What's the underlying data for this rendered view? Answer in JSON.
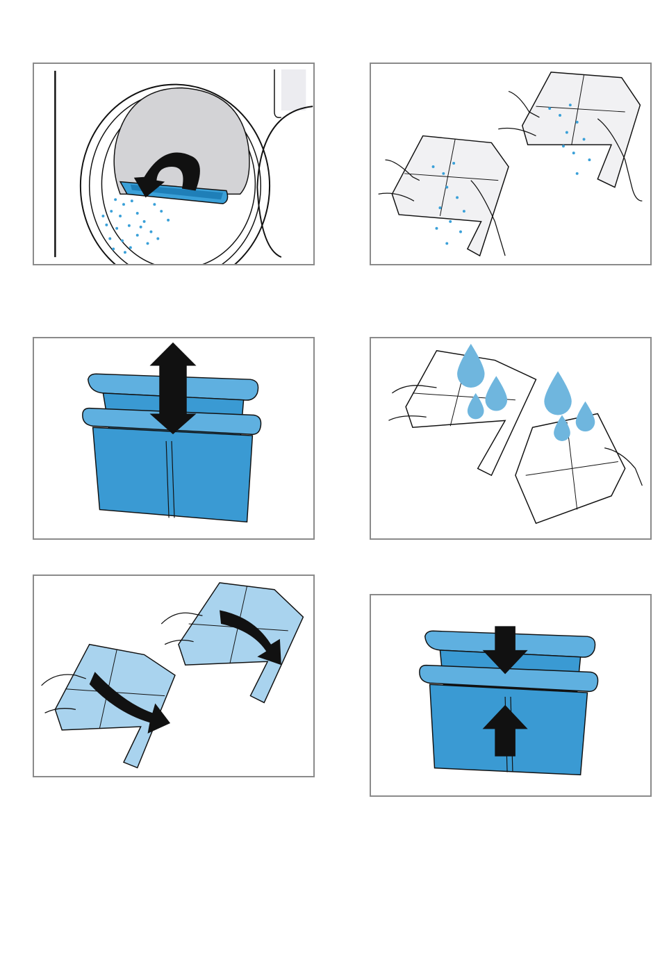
{
  "figures": [
    {
      "id": "remove-fluff",
      "caption": ""
    },
    {
      "id": "shake-out-filter",
      "caption": ""
    },
    {
      "id": "pull-apart-filter",
      "caption": ""
    },
    {
      "id": "rinse-filter",
      "caption": ""
    },
    {
      "id": "fold-filter",
      "caption": ""
    },
    {
      "id": "reinsert-filter",
      "caption": ""
    }
  ],
  "colors": {
    "filter_blue": "#3a9ad3",
    "filter_light": "#a9d3ee",
    "lint_blue": "#3aa0d8",
    "water_drop": "#6fb6de",
    "drum_grey": "#d3d3d6",
    "frame_grey": "#8a8a8a",
    "arrow_black": "#111111"
  }
}
